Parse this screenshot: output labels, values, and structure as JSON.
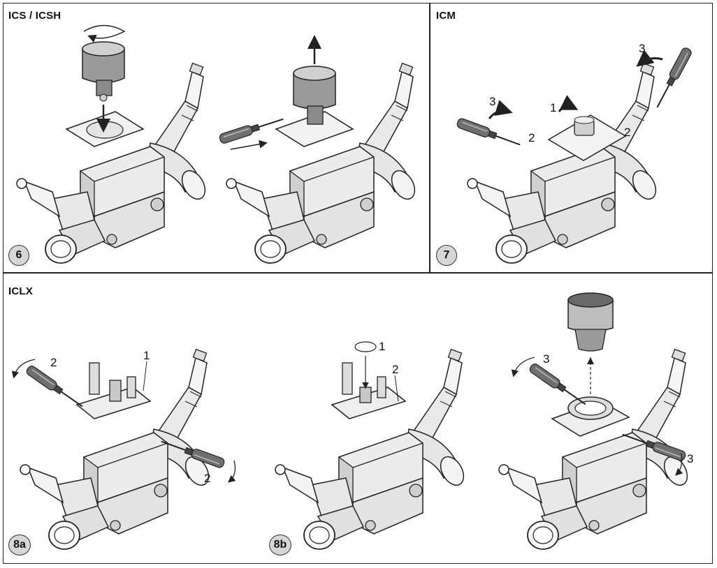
{
  "sections": {
    "ics": {
      "title": "ICS / ICSH",
      "step": "6"
    },
    "icm": {
      "title": "ICM",
      "step": "7"
    },
    "iclx": {
      "title": "ICLX",
      "step_a": "8a",
      "step_b": "8b"
    }
  },
  "callouts": {
    "icm_1": "1",
    "icm_2_left": "2",
    "icm_2_right": "2",
    "icm_3_left": "3",
    "icm_3_right": "3",
    "a_2_left": "2",
    "a_1": "1",
    "a_2_right": "2",
    "b_1": "1",
    "b_2": "2",
    "c_3_left": "3",
    "c_3_right": "3"
  },
  "colors": {
    "line": "#222222",
    "metal_light": "#eeeeee",
    "metal_mid": "#cfcfcf",
    "metal_dark": "#8a8a8a",
    "badge": "#d6d6d6"
  }
}
